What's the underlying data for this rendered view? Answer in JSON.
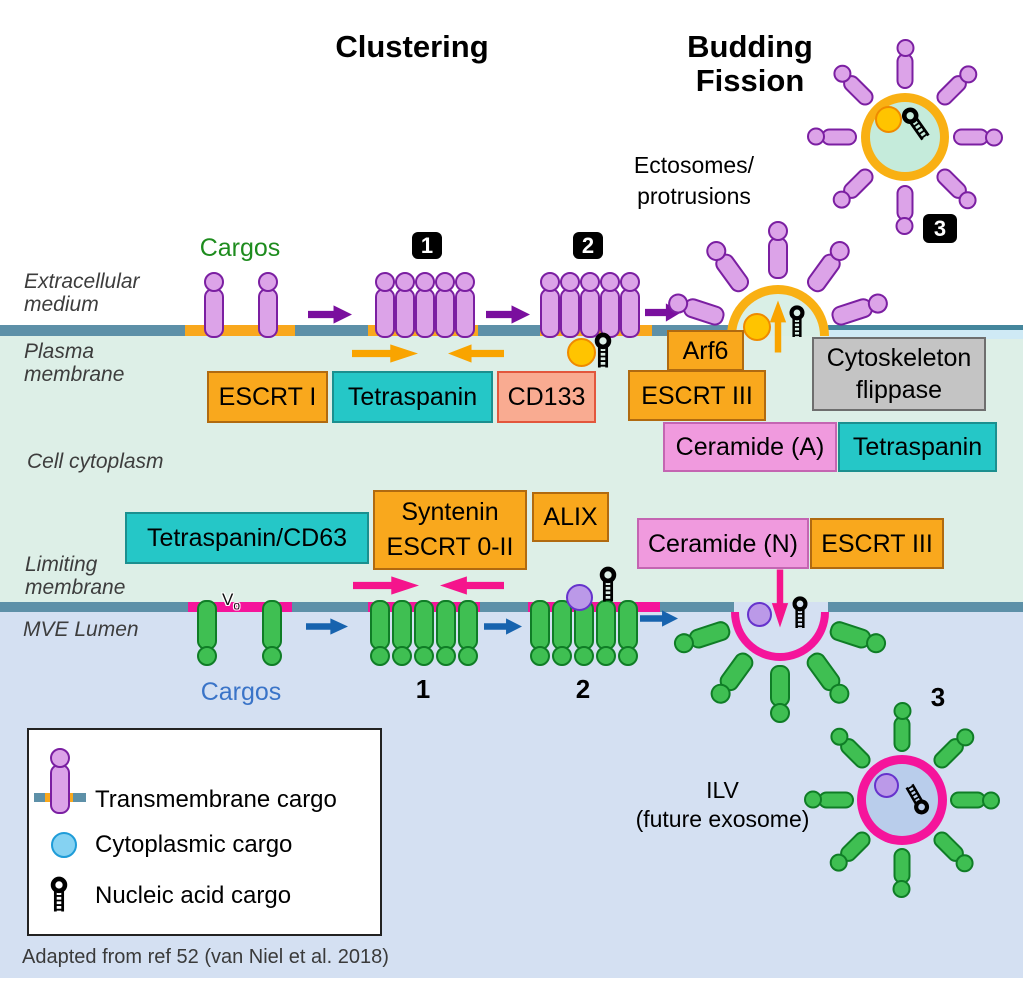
{
  "titles": {
    "clustering": "Clustering",
    "budding_fission": "Budding\nFission"
  },
  "annotations": {
    "ectosomes": "Ectosomes/\nprotrusions",
    "ilv": "ILV\n(future exosome)",
    "cargos_top": "Cargos",
    "cargos_bottom": "Cargos",
    "v0_main": "V",
    "v0_sub": "o"
  },
  "region_labels": {
    "extracellular": "Extracellular\nmedium",
    "plasma": "Plasma\nmembrane",
    "cytoplasm": "Cell cytoplasm",
    "limiting": "Limiting\nmembrane",
    "lumen": "MVE Lumen"
  },
  "steps": {
    "badge_1": "1",
    "badge_2": "2",
    "badge_3": "3",
    "num_1": "1",
    "num_2": "2",
    "num_3": "3"
  },
  "boxes": {
    "escrt_i": "ESCRT I",
    "tetraspanin_pm": "Tetraspanin",
    "cd133": "CD133",
    "arf6": "Arf6",
    "escrt_iii_pm": "ESCRT III",
    "cytoskeleton_flippase": "Cytoskeleton\nflippase",
    "ceramide_a": "Ceramide (A)",
    "tetraspanin_right": "Tetraspanin",
    "tetraspanin_cd63": "Tetraspanin/CD63",
    "syntenin": "Syntenin\nESCRT 0-II",
    "alix": "ALIX",
    "ceramide_n": "Ceramide (N)",
    "escrt_iii_lm": "ESCRT III"
  },
  "legend": {
    "items": [
      {
        "icon": "transmembrane-cargo-icon",
        "label": "Transmembrane cargo"
      },
      {
        "icon": "cytoplasmic-cargo-icon",
        "label": "Cytoplasmic cargo"
      },
      {
        "icon": "nucleic-acid-cargo-icon",
        "label": "Nucleic acid cargo"
      }
    ]
  },
  "footer": "Adapted from ref 52 (van Niel et al. 2018)",
  "palette": {
    "membrane_blue": "#5d90a8",
    "membrane_orange": "#f9a81d",
    "membrane_pink": "#f5149b",
    "cytoplasm_bg": "#ddefe7",
    "lumen_bg": "#d4e0f2",
    "cargo_purple": "#dca3e8",
    "cargo_green": "#3fbf52",
    "box_orange": "#f9a81d",
    "box_teal": "#25c7c7",
    "box_salmon": "#f9ab91",
    "box_pink": "#f09ade",
    "box_gray": "#c4c4c4",
    "arrow_purple": "#7a0f9e",
    "arrow_orange": "#f9a400",
    "arrow_pink": "#f5148c",
    "arrow_blue": "#1763ae",
    "cyto_cargo_yellow": "#ffc400",
    "cyto_cargo_purple": "#bb99e8",
    "cyto_cargo_blue": "#85d2f2"
  }
}
